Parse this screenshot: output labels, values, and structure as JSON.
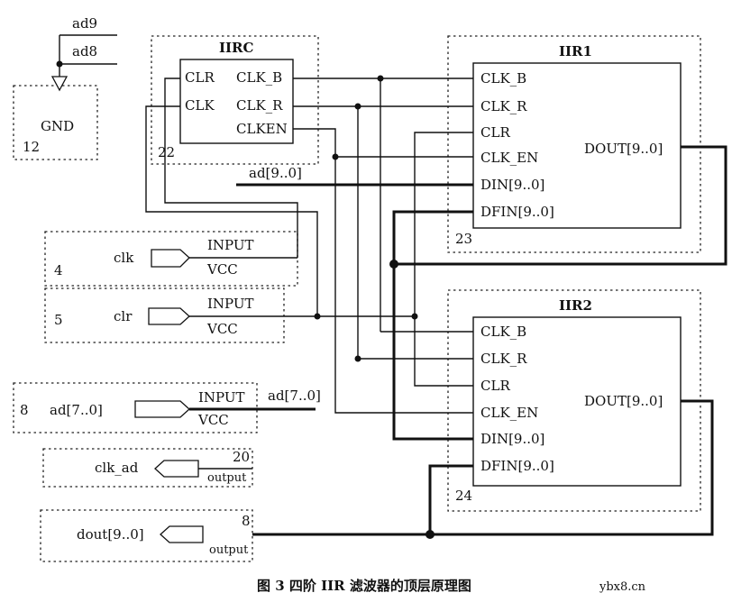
{
  "labels": {
    "ad9": "ad9",
    "ad8": "ad8",
    "gnd": "GND",
    "gnd_num": "12",
    "iirc_title": "IIRC",
    "iirc_clr": "CLR",
    "iirc_clk": "CLK",
    "iirc_clkb": "CLK_B",
    "iirc_clkr": "CLK_R",
    "iirc_clken": "CLKEN",
    "iirc_num": "22",
    "iir1_title": "IIR1",
    "iir1_clkb": "CLK_B",
    "iir1_clkr": "CLK_R",
    "iir1_clr": "CLR",
    "iir1_clken": "CLK_EN",
    "iir1_din": "DIN[9..0]",
    "iir1_dfin": "DFIN[9..0]",
    "iir1_dout": "DOUT[9..0]",
    "iir1_num": "23",
    "ad90": "ad[9..0]",
    "clk_name": "clk",
    "clk_input": "INPUT",
    "clk_vcc": "VCC",
    "clk_num": "4",
    "clr_name": "clr",
    "clr_input": "INPUT",
    "clr_vcc": "VCC",
    "clr_num": "5",
    "iir2_title": "IIR2",
    "iir2_clkb": "CLK_B",
    "iir2_clkr": "CLK_R",
    "iir2_clr": "CLR",
    "iir2_clken": "CLK_EN",
    "iir2_din": "DIN[9..0]",
    "iir2_dfin": "DFIN[9..0]",
    "iir2_dout": "DOUT[9..0]",
    "iir2_num": "24",
    "ad70_num": "8",
    "ad70_name": "ad[7..0]",
    "ad70_input": "INPUT",
    "ad70_vcc": "VCC",
    "ad70_wire": "ad[7..0]",
    "clkad_num": "20",
    "clkad_name": "clk_ad",
    "clkad_output": "output",
    "dout_num": "8",
    "dout_name": "dout[9..0]",
    "dout_output": "output",
    "caption": "图 3  四阶 IIR 滤波器的顶层原理图",
    "watermark": "ybx8.cn"
  }
}
